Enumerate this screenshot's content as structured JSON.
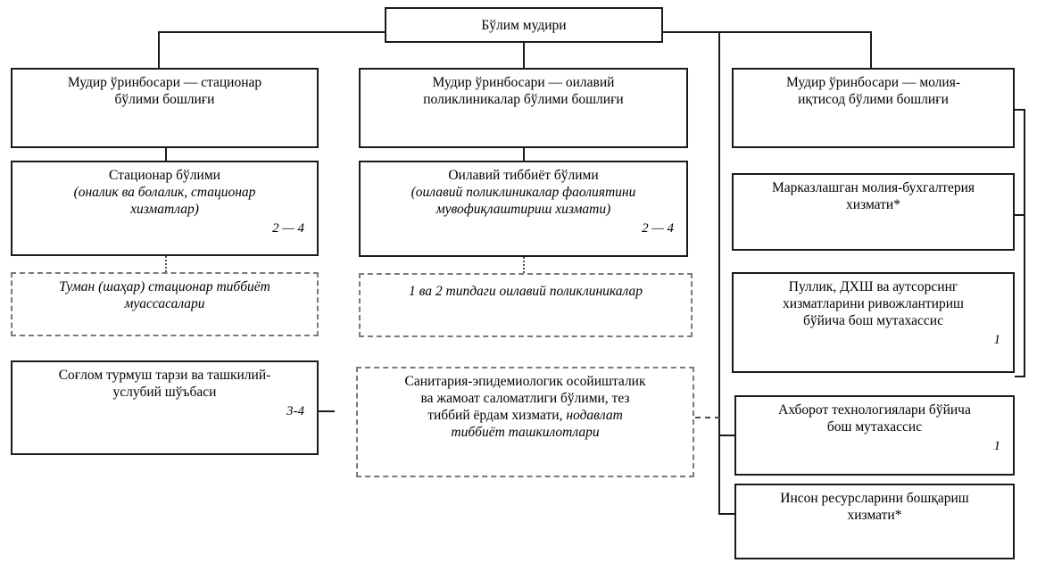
{
  "diagram": {
    "title_node": {
      "id": "bolim-mudiri",
      "lines": [
        "Бўлим мудири"
      ]
    },
    "columns": [
      {
        "name": "stationar-column",
        "nodes": [
          {
            "id": "deputy-stationar",
            "style": "solid",
            "lines": [
              "Мудир ўринбосари — стационар",
              "бўлими бошлиғи"
            ],
            "count": ""
          },
          {
            "id": "stationar-bolimi",
            "style": "solid",
            "lines": [
              "Стационар бўлими"
            ],
            "italic_lines": [
              "(оналик ва болалик, стационар",
              "хизматлар)"
            ],
            "count": "2 — 4"
          },
          {
            "id": "tuman-stationar-muassasalari",
            "style": "dashed",
            "italic_lines": [
              "Туман (шаҳар) стационар тиббиёт",
              "муассасалари"
            ],
            "count": ""
          },
          {
            "id": "soglom-turmush-shobasi",
            "style": "solid",
            "lines": [
              "Соғлом турмуш тарзи ва ташкилий-",
              "услубий шўъбаси"
            ],
            "count": "3-4"
          }
        ]
      },
      {
        "name": "oilaviy-column",
        "nodes": [
          {
            "id": "deputy-oilaviy",
            "style": "solid",
            "lines": [
              "Мудир ўринбосари — оилавий",
              "поликлиникалар бўлими бошлиғи"
            ],
            "count": ""
          },
          {
            "id": "oilaviy-tibbiyot-bolimi",
            "style": "solid",
            "lines": [
              "Оилавий тиббиёт бўлими"
            ],
            "italic_lines": [
              "(оилавий поликлиникалар фаолиятини",
              "мувофиқлаштириш хизмати)"
            ],
            "count": "2 — 4"
          },
          {
            "id": "tipdagi-oilaviy-poliklinikalar",
            "style": "dashed",
            "italic_lines": [
              "1 ва 2 типдаги оилавий поликлиникалар"
            ],
            "count": ""
          },
          {
            "id": "sanitariya-epidemiologik",
            "style": "dashed",
            "lines": [
              "Санитария-эпидемиологик осойишталик",
              "ва жамоат саломатлиги бўлими, тез"
            ],
            "mixed_line": {
              "normal": "тиббий ёрдам хизмати, ",
              "italic": "нодавлат"
            },
            "italic_lines": [
              "тиббиёт ташкилотлари"
            ],
            "count": ""
          }
        ]
      },
      {
        "name": "moliya-column",
        "nodes": [
          {
            "id": "deputy-moliya",
            "style": "solid",
            "lines": [
              "Мудир ўринбосари — молия-",
              "иқтисод бўлими бошлиғи"
            ],
            "count": ""
          },
          {
            "id": "markazlashgan-moliya-buxgalteriya",
            "style": "solid",
            "lines": [
              "Марказлашган молия-бухгалтерия",
              "хизмати*"
            ],
            "count": ""
          },
          {
            "id": "pullik-dxsh-autsorsing",
            "style": "solid",
            "lines": [
              "Пуллик, ДХШ ва аутсорсинг",
              "хизматларини ривожлантириш",
              "бўйича бош мутахассис"
            ],
            "count": "1"
          },
          {
            "id": "axborot-texnologiyalari",
            "style": "solid",
            "lines": [
              "Ахборот технологиялари бўйича",
              "бош мутахассис"
            ],
            "count": "1"
          },
          {
            "id": "inson-resurslari",
            "style": "solid",
            "lines": [
              "Инсон ресурсларини бошқариш",
              "хизмати*"
            ],
            "count": ""
          }
        ]
      }
    ],
    "colors": {
      "line": "#1a1a1a",
      "dashed_border": "#7a7a7a",
      "background": "#ffffff",
      "text": "#000000"
    }
  }
}
